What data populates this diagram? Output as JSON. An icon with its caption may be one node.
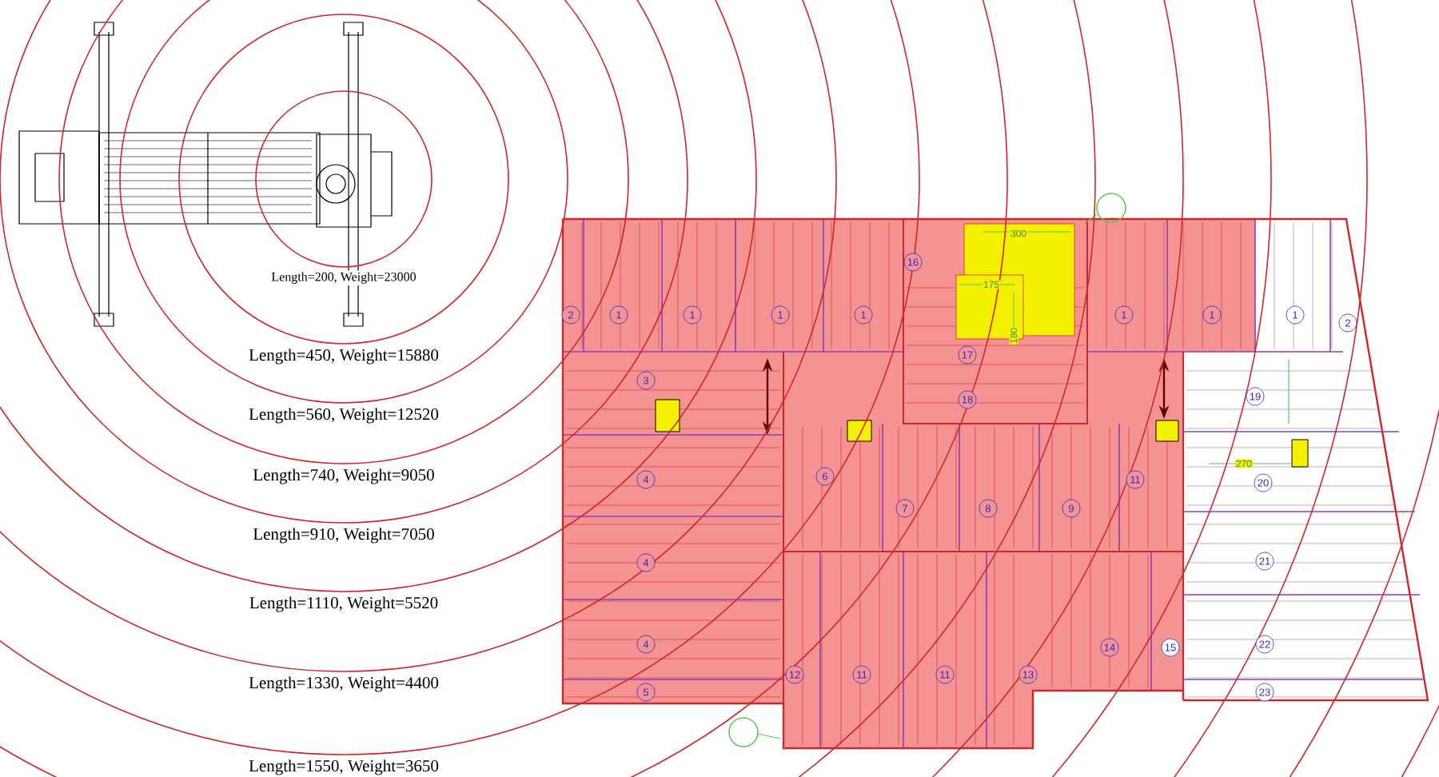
{
  "diagram": {
    "labels": [
      "Length=200, Weight=23000",
      "Length=450, Weight=15880",
      "Length=560, Weight=12520",
      "Length=740, Weight=9050",
      "Length=910, Weight=7050",
      "Length=1110, Weight=5520",
      "Length=1330, Weight=4400",
      "Length=1550, Weight=3650",
      "2",
      "1",
      "1",
      "1",
      "1",
      "16",
      "1",
      "1",
      "1",
      "2",
      "3",
      "17",
      "18",
      "4",
      "6",
      "11",
      "19",
      "20",
      "7",
      "8",
      "9",
      "4",
      "4",
      "5",
      "21",
      "22",
      "23",
      "12",
      "11",
      "11",
      "13",
      "14",
      "15",
      "300",
      "175",
      "180",
      "270"
    ]
  }
}
